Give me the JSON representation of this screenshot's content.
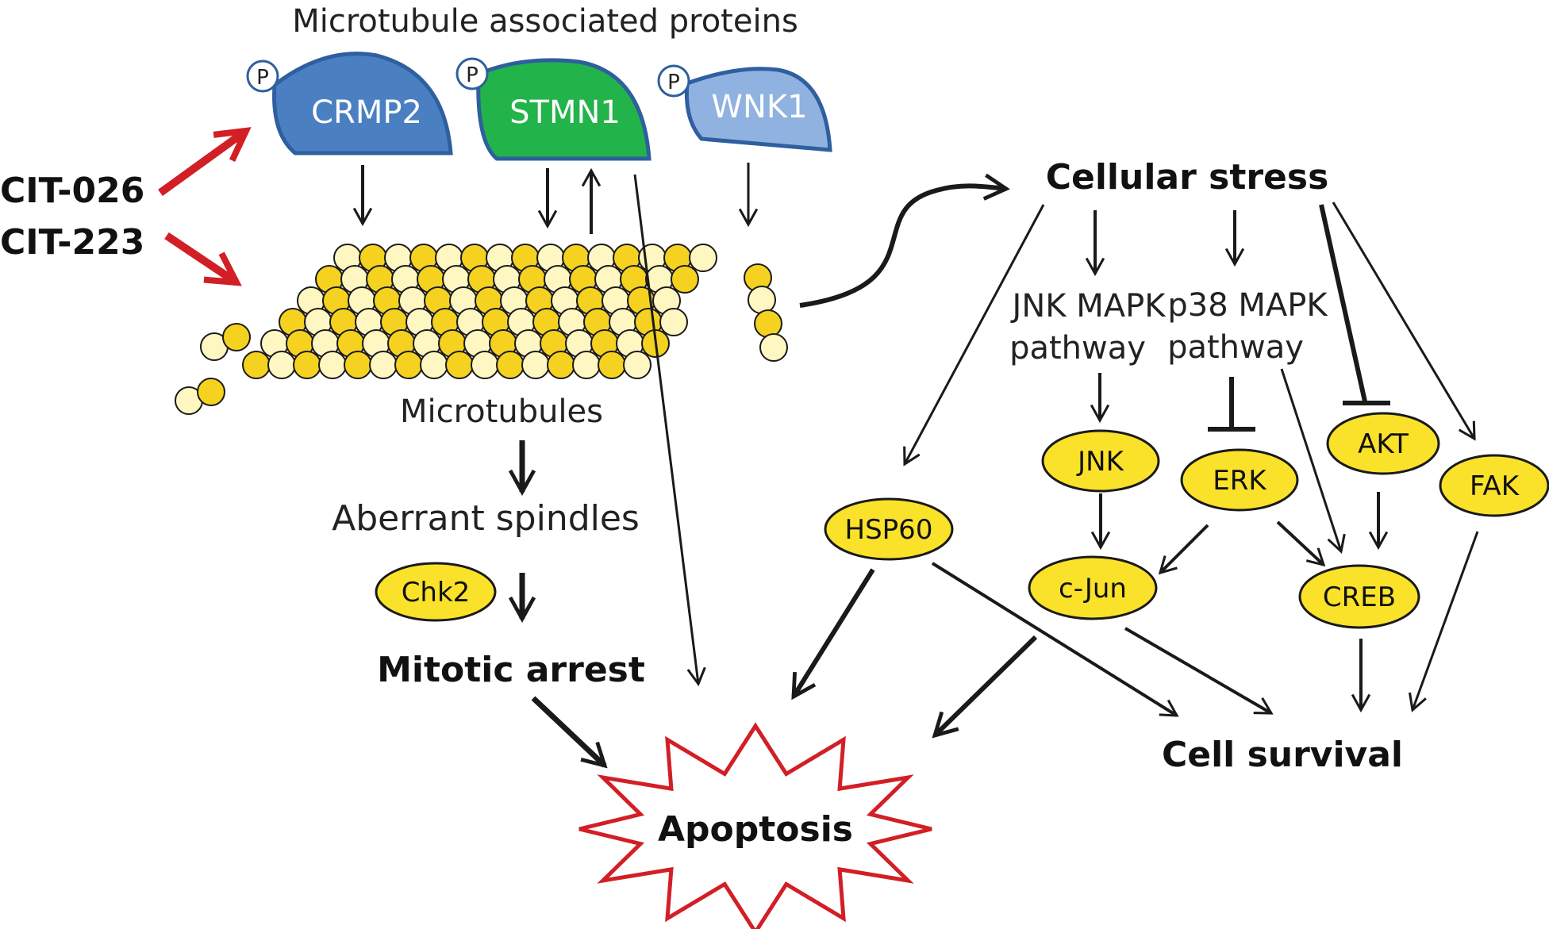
{
  "header": {
    "title": "Microtubule associated proteins"
  },
  "compounds": [
    "CIT-026",
    "CIT-223"
  ],
  "proteins": {
    "crmp2": "CRMP2",
    "stmn1": "STMN1",
    "wnk1": "WNK1",
    "phospho": "P"
  },
  "labels": {
    "microtubules": "Microtubules",
    "aberrant_spindles": "Aberrant spindles",
    "mitotic_arrest": "Mitotic arrest",
    "apoptosis": "Apoptosis",
    "cellular_stress": "Cellular stress",
    "cell_survival": "Cell survival",
    "jnk_pathway_1": "JNK MAPK",
    "jnk_pathway_2": "pathway",
    "p38_pathway_1": "p38 MAPK",
    "p38_pathway_2": "pathway"
  },
  "nodes": {
    "chk2": "Chk2",
    "hsp60": "HSP60",
    "jnk": "JNK",
    "erk": "ERK",
    "akt": "AKT",
    "fak": "FAK",
    "cjun": "c-Jun",
    "creb": "CREB"
  },
  "colors": {
    "crmp2": "#4a7fc1",
    "stmn1": "#22b34a",
    "wnk1": "#8fb2e0",
    "protein_border": "#2f5f9e",
    "node_fill": "#fbe22a",
    "tubulin_light": "#fff7c2",
    "tubulin_dark": "#f4d21f",
    "red_arrow": "#d21f26",
    "apoptosis_border": "#d21f26"
  }
}
